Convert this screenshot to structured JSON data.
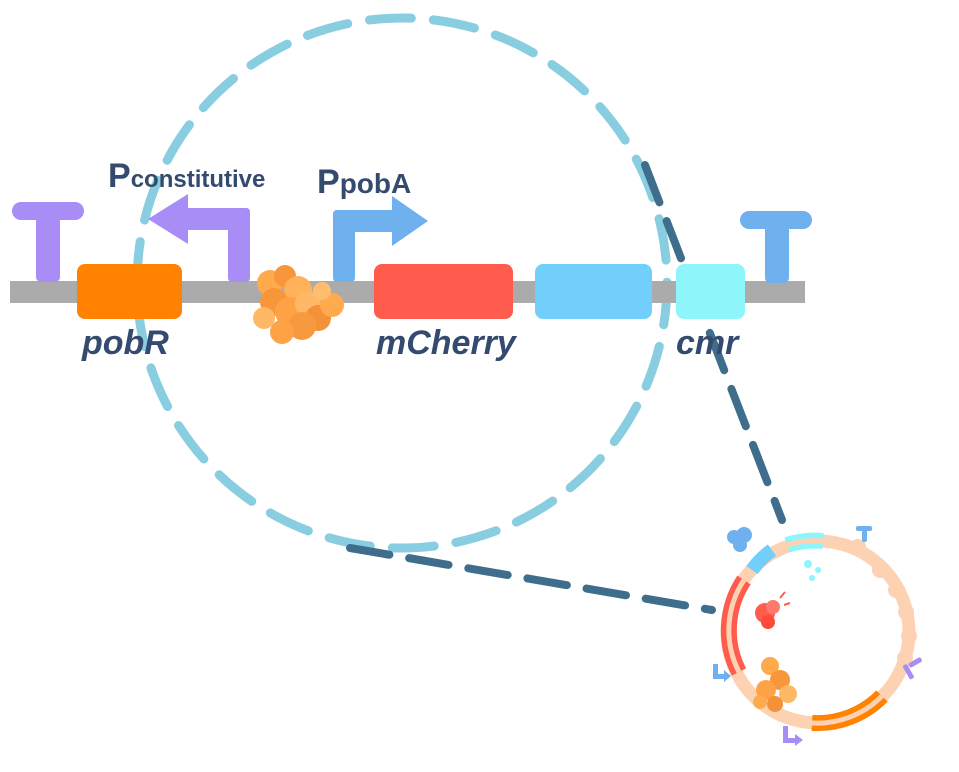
{
  "promoters": {
    "constitutive": {
      "main": "P",
      "sub": "constitutive"
    },
    "pobA": {
      "main": "P",
      "sub": "pobA"
    }
  },
  "genes": {
    "pobR": "pobR",
    "mCherry": "mCherry",
    "cmr": "cmr"
  },
  "colors": {
    "backbone": "#ababab",
    "pobR": "#ff8200",
    "mCherry": "#ff5c4d",
    "blue_part": "#72cffb",
    "cmr": "#8ef5fa",
    "terminator_purple": "#a98df7",
    "terminator_blue": "#6fb0ef",
    "promoter_constitutive": "#a98df7",
    "promoter_pobA": "#6fb0ef",
    "ligand": "#ffaa4d",
    "zoom_line": "#3f6e8c",
    "circle_dash": "#89cde0",
    "label": "#344a6e"
  },
  "icons": {
    "terminator_left": "terminator-icon",
    "terminator_right": "terminator-icon",
    "ligand": "molecule-cluster-icon",
    "plasmid": "plasmid-icon"
  }
}
